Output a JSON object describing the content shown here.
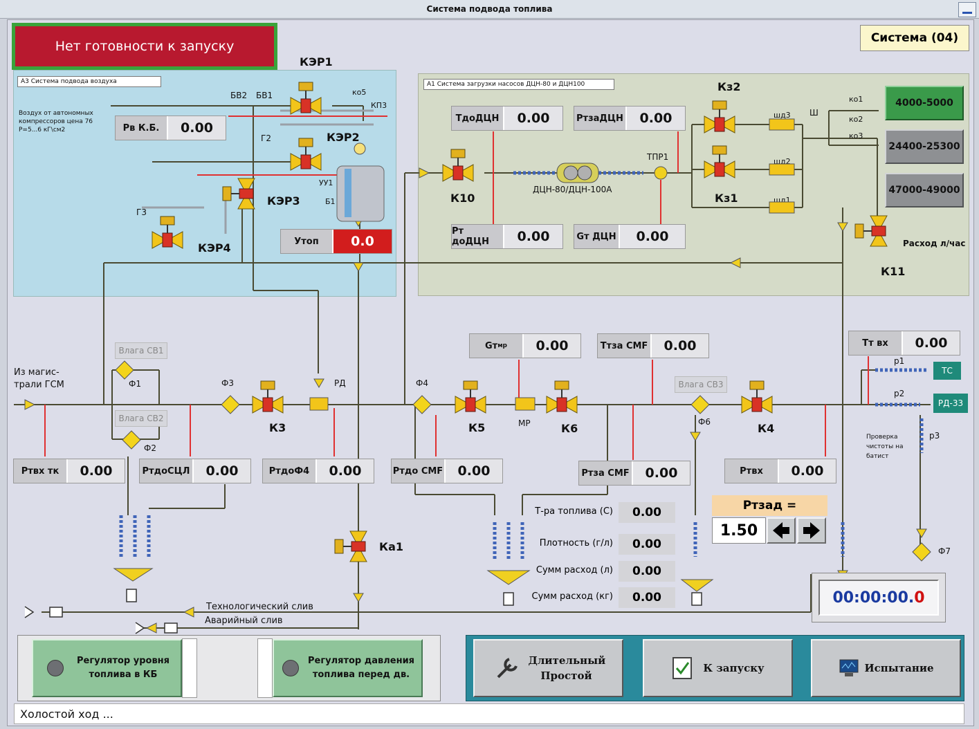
{
  "window": {
    "title": "Система подвода топлива"
  },
  "status_banner": "Нет готовности к запуску",
  "system_badge": "Система (04)",
  "panel_a3": {
    "tag": "А3 Система подвода воздуха",
    "desc_line1": "Воздух от автономных",
    "desc_line2": "компрессоров цена 76",
    "desc_line3": "Р=5...6 кГ\\см2",
    "rv_label": "Рв К.Б.",
    "rv_value": "0.00",
    "utop_label": "Утоп",
    "utop_value": "0.0",
    "labels": {
      "kep1": "КЭР1",
      "kep2": "КЭР2",
      "kep3": "КЭР3",
      "kep4": "КЭР4",
      "bv1": "БВ1",
      "bv2": "БВ2",
      "ko5": "ко5",
      "kp3": "КП3",
      "g2": "Г2",
      "g3": "Г3",
      "uu1": "УУ1",
      "b1": "Б1"
    }
  },
  "panel_a1": {
    "tag": "А1 Система загрузки насосов ДЦН-80 и ДЦН100",
    "readouts": [
      {
        "label": "ТдоДЦН",
        "value": "0.00"
      },
      {
        "label": "РтзаДЦН",
        "value": "0.00"
      },
      {
        "label": "Рт доДЦН",
        "value": "0.00"
      },
      {
        "label": "Gт ДЦН",
        "value": "0.00"
      }
    ],
    "labels": {
      "k10": "К10",
      "pump": "ДЦН-80/ДЦН-100А",
      "tpr1": "ТПР1",
      "kz2": "Кз2",
      "kz1": "Кз1",
      "shd3": "шд3",
      "shd2": "шд2",
      "shd1": "шд1",
      "sh": "Ш",
      "ko1": "ко1",
      "ko2": "ко2",
      "ko3": "ко3",
      "k11": "К11",
      "flow": "Расход л/час"
    },
    "ranges": [
      "4000-5000",
      "24400-25300",
      "47000-49000"
    ]
  },
  "main": {
    "source_label_1": "Из магис-",
    "source_label_2": "трали ГСМ",
    "moisture": {
      "sv1": "Влага СВ1",
      "sv2": "Влага СВ2",
      "sv3": "Влага СВ3"
    },
    "names": {
      "f1": "Ф1",
      "f2": "Ф2",
      "f3": "Ф3",
      "f4": "Ф4",
      "f6": "Ф6",
      "f7": "Ф7",
      "k3": "К3",
      "k5": "К5",
      "k6": "К6",
      "k4": "К4",
      "ka1": "Ка1",
      "rd": "РД",
      "mr": "МР",
      "p1": "р1",
      "p2": "р2",
      "p3": "р3",
      "tc": "ТС",
      "rd33": "РД-33"
    },
    "check_note_1": "Проверка",
    "check_note_2": "чистоты на",
    "check_note_3": "батист",
    "readouts": {
      "rtvh_tk": {
        "label": "Ртвх тк",
        "value": "0.00"
      },
      "rtdo_scl": {
        "label": "РтдоСЦЛ",
        "value": "0.00"
      },
      "rtdo_f4": {
        "label": "РтдоФ4",
        "value": "0.00"
      },
      "rtdo_cmf": {
        "label": "Ртдо СМF",
        "value": "0.00"
      },
      "rtza_cmf": {
        "label": "Ртза СМF",
        "value": "0.00"
      },
      "rtvh": {
        "label": "Ртвх",
        "value": "0.00"
      },
      "gt_mr": {
        "label": "Gт",
        "sub": "мр",
        "value": "0.00"
      },
      "ttza_cmf": {
        "label": "Ттза СМF",
        "value": "0.00"
      },
      "tt_vh": {
        "label": "Тт вх",
        "value": "0.00"
      }
    },
    "params": [
      {
        "label": "Т-ра топлива (С)",
        "value": "0.00"
      },
      {
        "label": "Плотность (г/л)",
        "value": "0.00"
      },
      {
        "label": "Сумм расход (л)",
        "value": "0.00"
      },
      {
        "label": "Сумм расход (кг)",
        "value": "0.00"
      }
    ],
    "rtzad": {
      "label": "Ртзад =",
      "value": "1.50"
    },
    "timer": {
      "main": "00:00:00.",
      "last": "0"
    },
    "drains": {
      "tech": "Технологический слив",
      "emergency": "Аварийный слив"
    }
  },
  "regulators": {
    "level": "Регулятор уровня топлива в КБ",
    "pressure": "Регулятор давления топлива перед дв."
  },
  "modes": {
    "idle": "Длительный Простой",
    "launch": "К запуску",
    "test": "Испытание"
  },
  "status_line": "Холостой ход ...",
  "colors": {
    "banner": "#b8192f",
    "range_active": "#3a9a4a",
    "range_inactive": "#8e9093",
    "utop": "#d21d1d",
    "timer_text": "#1a3aa0",
    "timer_last": "#d01010",
    "pipe": "#4a4a32",
    "sensor_line": "#e03030"
  }
}
